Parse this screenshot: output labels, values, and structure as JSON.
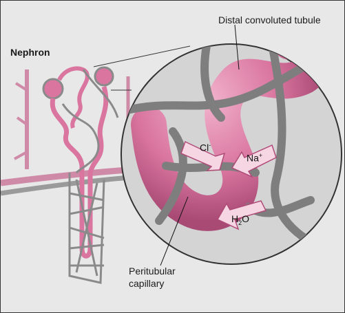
{
  "labels": {
    "nephron": "Nephron",
    "distal": "Distal convoluted tubule",
    "peri_line1": "Peritubular",
    "peri_line2": "capillary"
  },
  "ions": {
    "cl": "Cl",
    "cl_sup": "-",
    "na": "Na",
    "na_sup": "+",
    "h2o_h": "H",
    "h2o_sub": "2",
    "h2o_o": "O"
  },
  "colors": {
    "background": "#e8e8e8",
    "tubule": "#d9759f",
    "capillary": "#8a8a8a",
    "arrow_fill": "#f6d6e3",
    "arrow_stroke": "#b04b78"
  }
}
